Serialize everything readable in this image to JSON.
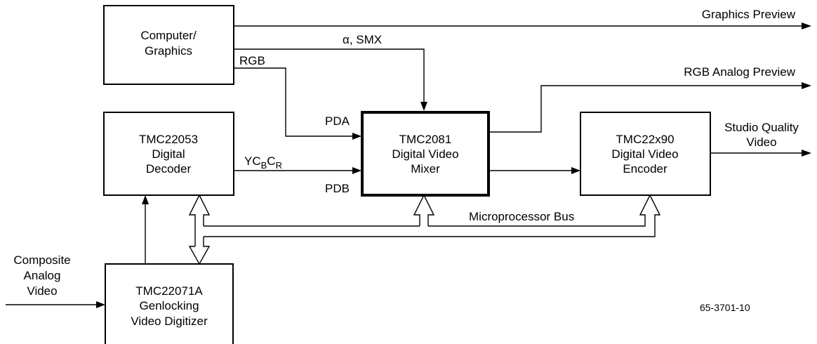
{
  "blocks": {
    "computer": [
      "Computer/",
      "Graphics"
    ],
    "decoder": [
      "TMC22053",
      "Digital",
      "Decoder"
    ],
    "mixer": [
      "TMC2081",
      "Digital Video",
      "Mixer"
    ],
    "encoder": [
      "TMC22x90",
      "Digital Video",
      "Encoder"
    ],
    "digitizer": [
      "TMC22071A",
      "Genlocking",
      "Video Digitizer"
    ]
  },
  "signals": {
    "graphics_preview": "Graphics Preview",
    "alpha_smx": "α, SMX",
    "rgb": "RGB",
    "rgb_analog_preview": "RGB Analog Preview",
    "pda": "PDA",
    "pdb": "PDB",
    "ycbcr": {
      "main": "YC",
      "sub1": "B",
      "mid": "C",
      "sub2": "R"
    },
    "studio_quality": [
      "Studio Quality",
      "Video"
    ],
    "composite": [
      "Composite",
      "Analog",
      "Video"
    ],
    "microprocessor_bus": "Microprocessor Bus"
  },
  "figure_id": "65-3701-10"
}
